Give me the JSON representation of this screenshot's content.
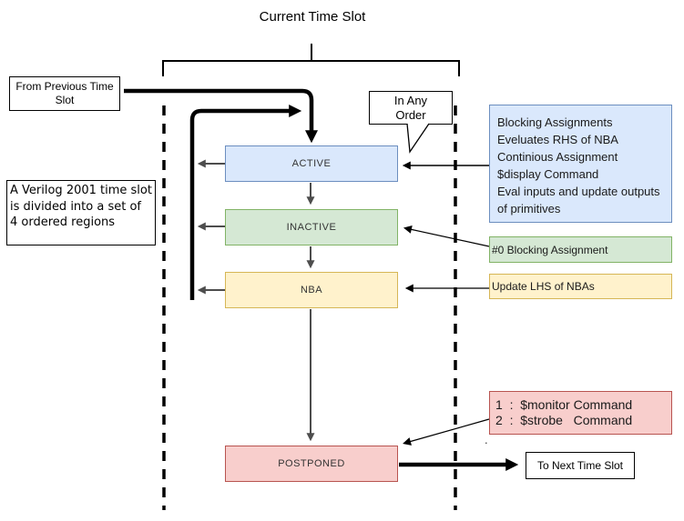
{
  "title": "Current Time Slot",
  "side_notes": {
    "from_previous": "From Previous Time Slot",
    "info_note": "A Verilog 2001 time slot is divided into a set of 4 ordered regions",
    "in_any_order": "In Any Order",
    "to_next": "To Next Time Slot",
    "stray_mark": "."
  },
  "regions": [
    {
      "label": "ACTIVE",
      "annotation": "Blocking Assignments\nEveluates RHS of NBA\nContinious Assignment\n$display Command\nEval inputs and update outputs\nof primitives"
    },
    {
      "label": "INACTIVE",
      "annotation": "#0 Blocking Assignment"
    },
    {
      "label": "NBA",
      "annotation": "Update LHS of NBAs"
    },
    {
      "label": "POSTPONED",
      "annotation": "1  :  $monitor Command\n2  :  $strobe   Command"
    }
  ],
  "colors": {
    "active_fill": "#dae8fc",
    "active_stroke": "#6c8ebf",
    "inactive_fill": "#d5e8d4",
    "inactive_stroke": "#82b366",
    "nba_fill": "#fff2cc",
    "nba_stroke": "#d6b656",
    "postponed_fill": "#f8cecc",
    "postponed_stroke": "#b85450",
    "connector_gray": "#4d4d4d",
    "connector_black": "#000000"
  }
}
